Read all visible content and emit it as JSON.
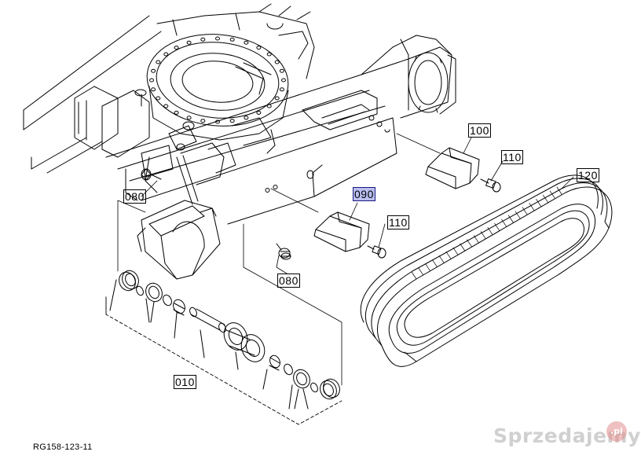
{
  "labels": {
    "p080_upper": "080",
    "p090": "090",
    "p100": "100",
    "p110_upper": "110",
    "p110_lower": "110",
    "p120": "120",
    "p080_lower": "080",
    "p010": "010"
  },
  "figure_code": "RG158-123-11",
  "watermark": {
    "text": "Sprzedajemy",
    "badge": ".pl"
  },
  "colors": {
    "line": "#000000",
    "highlight": "#b9bff0"
  }
}
